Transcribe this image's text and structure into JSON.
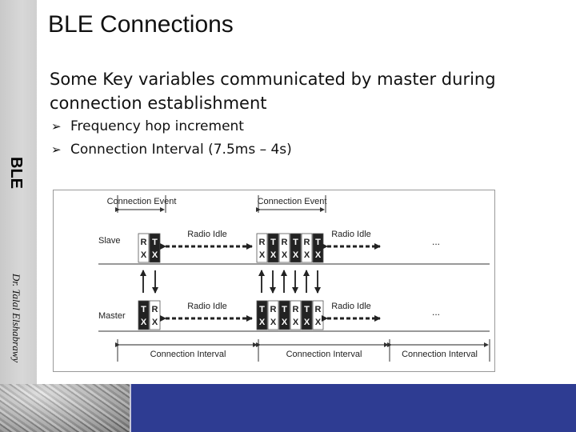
{
  "slide": {
    "title": "BLE Connections",
    "side_tag": "BLE",
    "author": "Dr. Talal Elshabrawy",
    "intro_text": "Some Key variables communicated by master during connection establishment",
    "bullets": [
      "Frequency hop increment",
      "Connection Interval (7.5ms – 4s)"
    ],
    "bullet_icon": "arrow-bullet-icon"
  },
  "diagram": {
    "roles": [
      "Slave",
      "Master"
    ],
    "connection_event_label": "Connection Event",
    "connection_interval_label": "Connection Interval",
    "radio_idle_label": "Radio Idle",
    "ellipsis": "...",
    "tx_top": "T",
    "tx_bottom": "X",
    "rx_top": "R",
    "rx_bottom": "X"
  },
  "colors": {
    "bottom_bar": "#2e3c92",
    "tx_cell": "#222222",
    "rx_cell": "#ffffff"
  }
}
